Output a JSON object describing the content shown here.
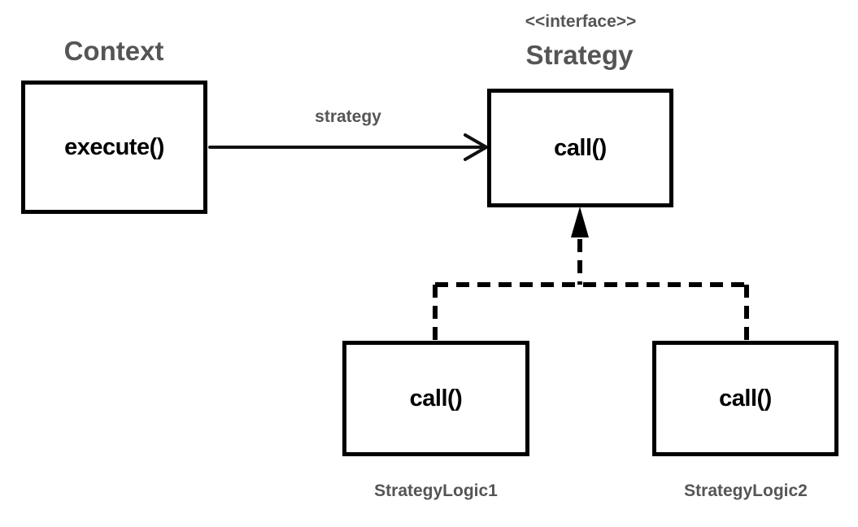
{
  "context": {
    "title": "Context",
    "method": "execute()"
  },
  "association": {
    "label": "strategy"
  },
  "strategy": {
    "stereotype": "<<interface>>",
    "title": "Strategy",
    "method": "call()"
  },
  "implementations": [
    {
      "name": "StrategyLogic1",
      "method": "call()"
    },
    {
      "name": "StrategyLogic2",
      "method": "call()"
    }
  ],
  "colors": {
    "stroke": "#000000",
    "label": "#555555"
  }
}
